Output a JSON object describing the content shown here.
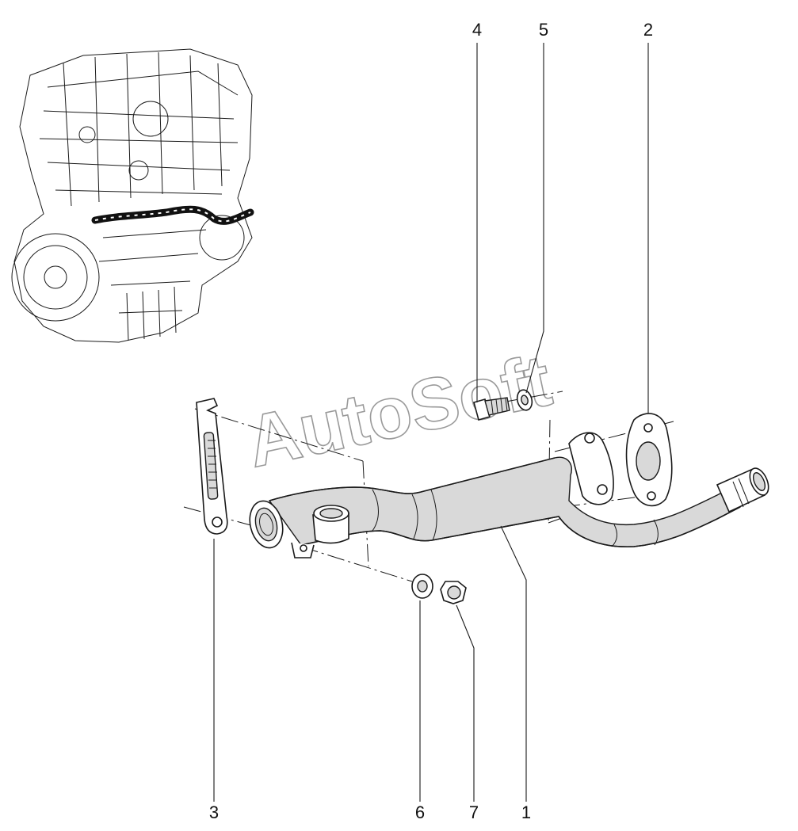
{
  "watermark": "AutoSoft",
  "colors": {
    "line": "#1a1a1a",
    "shade": "#d9d9d9",
    "watermark": "#9a9a9a"
  },
  "callouts": [
    {
      "id": "4",
      "label": "4"
    },
    {
      "id": "5",
      "label": "5"
    },
    {
      "id": "2",
      "label": "2"
    },
    {
      "id": "3",
      "label": "3"
    },
    {
      "id": "6",
      "label": "6"
    },
    {
      "id": "7",
      "label": "7"
    },
    {
      "id": "1",
      "label": "1"
    }
  ]
}
